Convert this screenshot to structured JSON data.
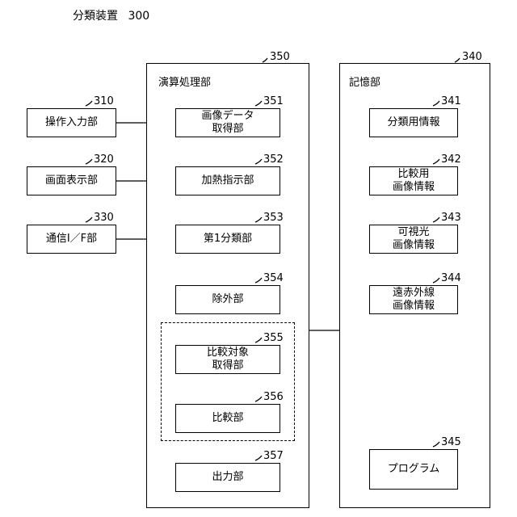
{
  "title": {
    "label": "分類装置",
    "number": "300"
  },
  "processor": {
    "ref": "350",
    "label": "演算処理部",
    "units": [
      {
        "ref": "351",
        "label": "画像データ\n取得部"
      },
      {
        "ref": "352",
        "label": "加熱指示部"
      },
      {
        "ref": "353",
        "label": "第1分類部"
      },
      {
        "ref": "354",
        "label": "除外部"
      },
      {
        "ref": "355",
        "label": "比較対象\n取得部"
      },
      {
        "ref": "356",
        "label": "比較部"
      },
      {
        "ref": "357",
        "label": "出力部"
      }
    ]
  },
  "storage": {
    "ref": "340",
    "label": "記憶部",
    "items": [
      {
        "ref": "341",
        "label": "分類用情報"
      },
      {
        "ref": "342",
        "label": "比較用\n画像情報"
      },
      {
        "ref": "343",
        "label": "可視光\n画像情報"
      },
      {
        "ref": "344",
        "label": "遠赤外線\n画像情報"
      },
      {
        "ref": "345",
        "label": "プログラム"
      }
    ]
  },
  "io_units": [
    {
      "ref": "310",
      "label": "操作入力部"
    },
    {
      "ref": "320",
      "label": "画面表示部"
    },
    {
      "ref": "330",
      "label": "通信I／F部"
    }
  ]
}
